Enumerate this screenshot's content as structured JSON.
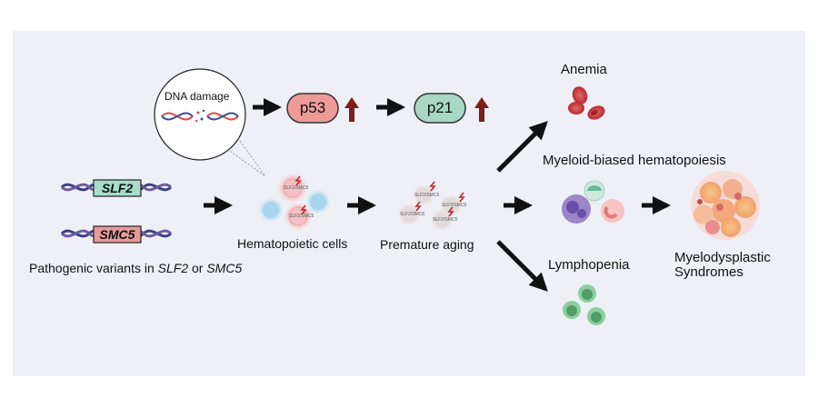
{
  "labels": {
    "dna_damage": "DNA damage",
    "p53": "p53",
    "p21": "p21",
    "anemia": "Anemia",
    "myeloid": "Myeloid-biased hematopoiesis",
    "hematopoietic": "Hematopoietic cells",
    "premature_aging": "Premature aging",
    "lymphopenia": "Lymphopenia",
    "mds_line1": "Myelodysplastic",
    "mds_line2": "Syndromes",
    "pathogenic_prefix": "Pathogenic variants in ",
    "pathogenic_gene1": "SLF2",
    "pathogenic_or": " or ",
    "pathogenic_gene2": "SMC5",
    "cell_mark": "SLF2/SMC5"
  },
  "genes": [
    {
      "name": "SLF2",
      "color": "#a6dcc9"
    },
    {
      "name": "SMC5",
      "color": "#e79a9a"
    }
  ],
  "colors": {
    "panel_bg": "#eef0f6",
    "arrow": "#111111",
    "up_arrow": "#7a1f1a",
    "p53_fill": "#ee9b98",
    "p21_fill": "#a8d7c5",
    "dna_strand_a": "#3a3f86",
    "dna_strand_b": "#6f5a9e",
    "rbc": "#c8383c",
    "lymph": "#5fb07a"
  }
}
